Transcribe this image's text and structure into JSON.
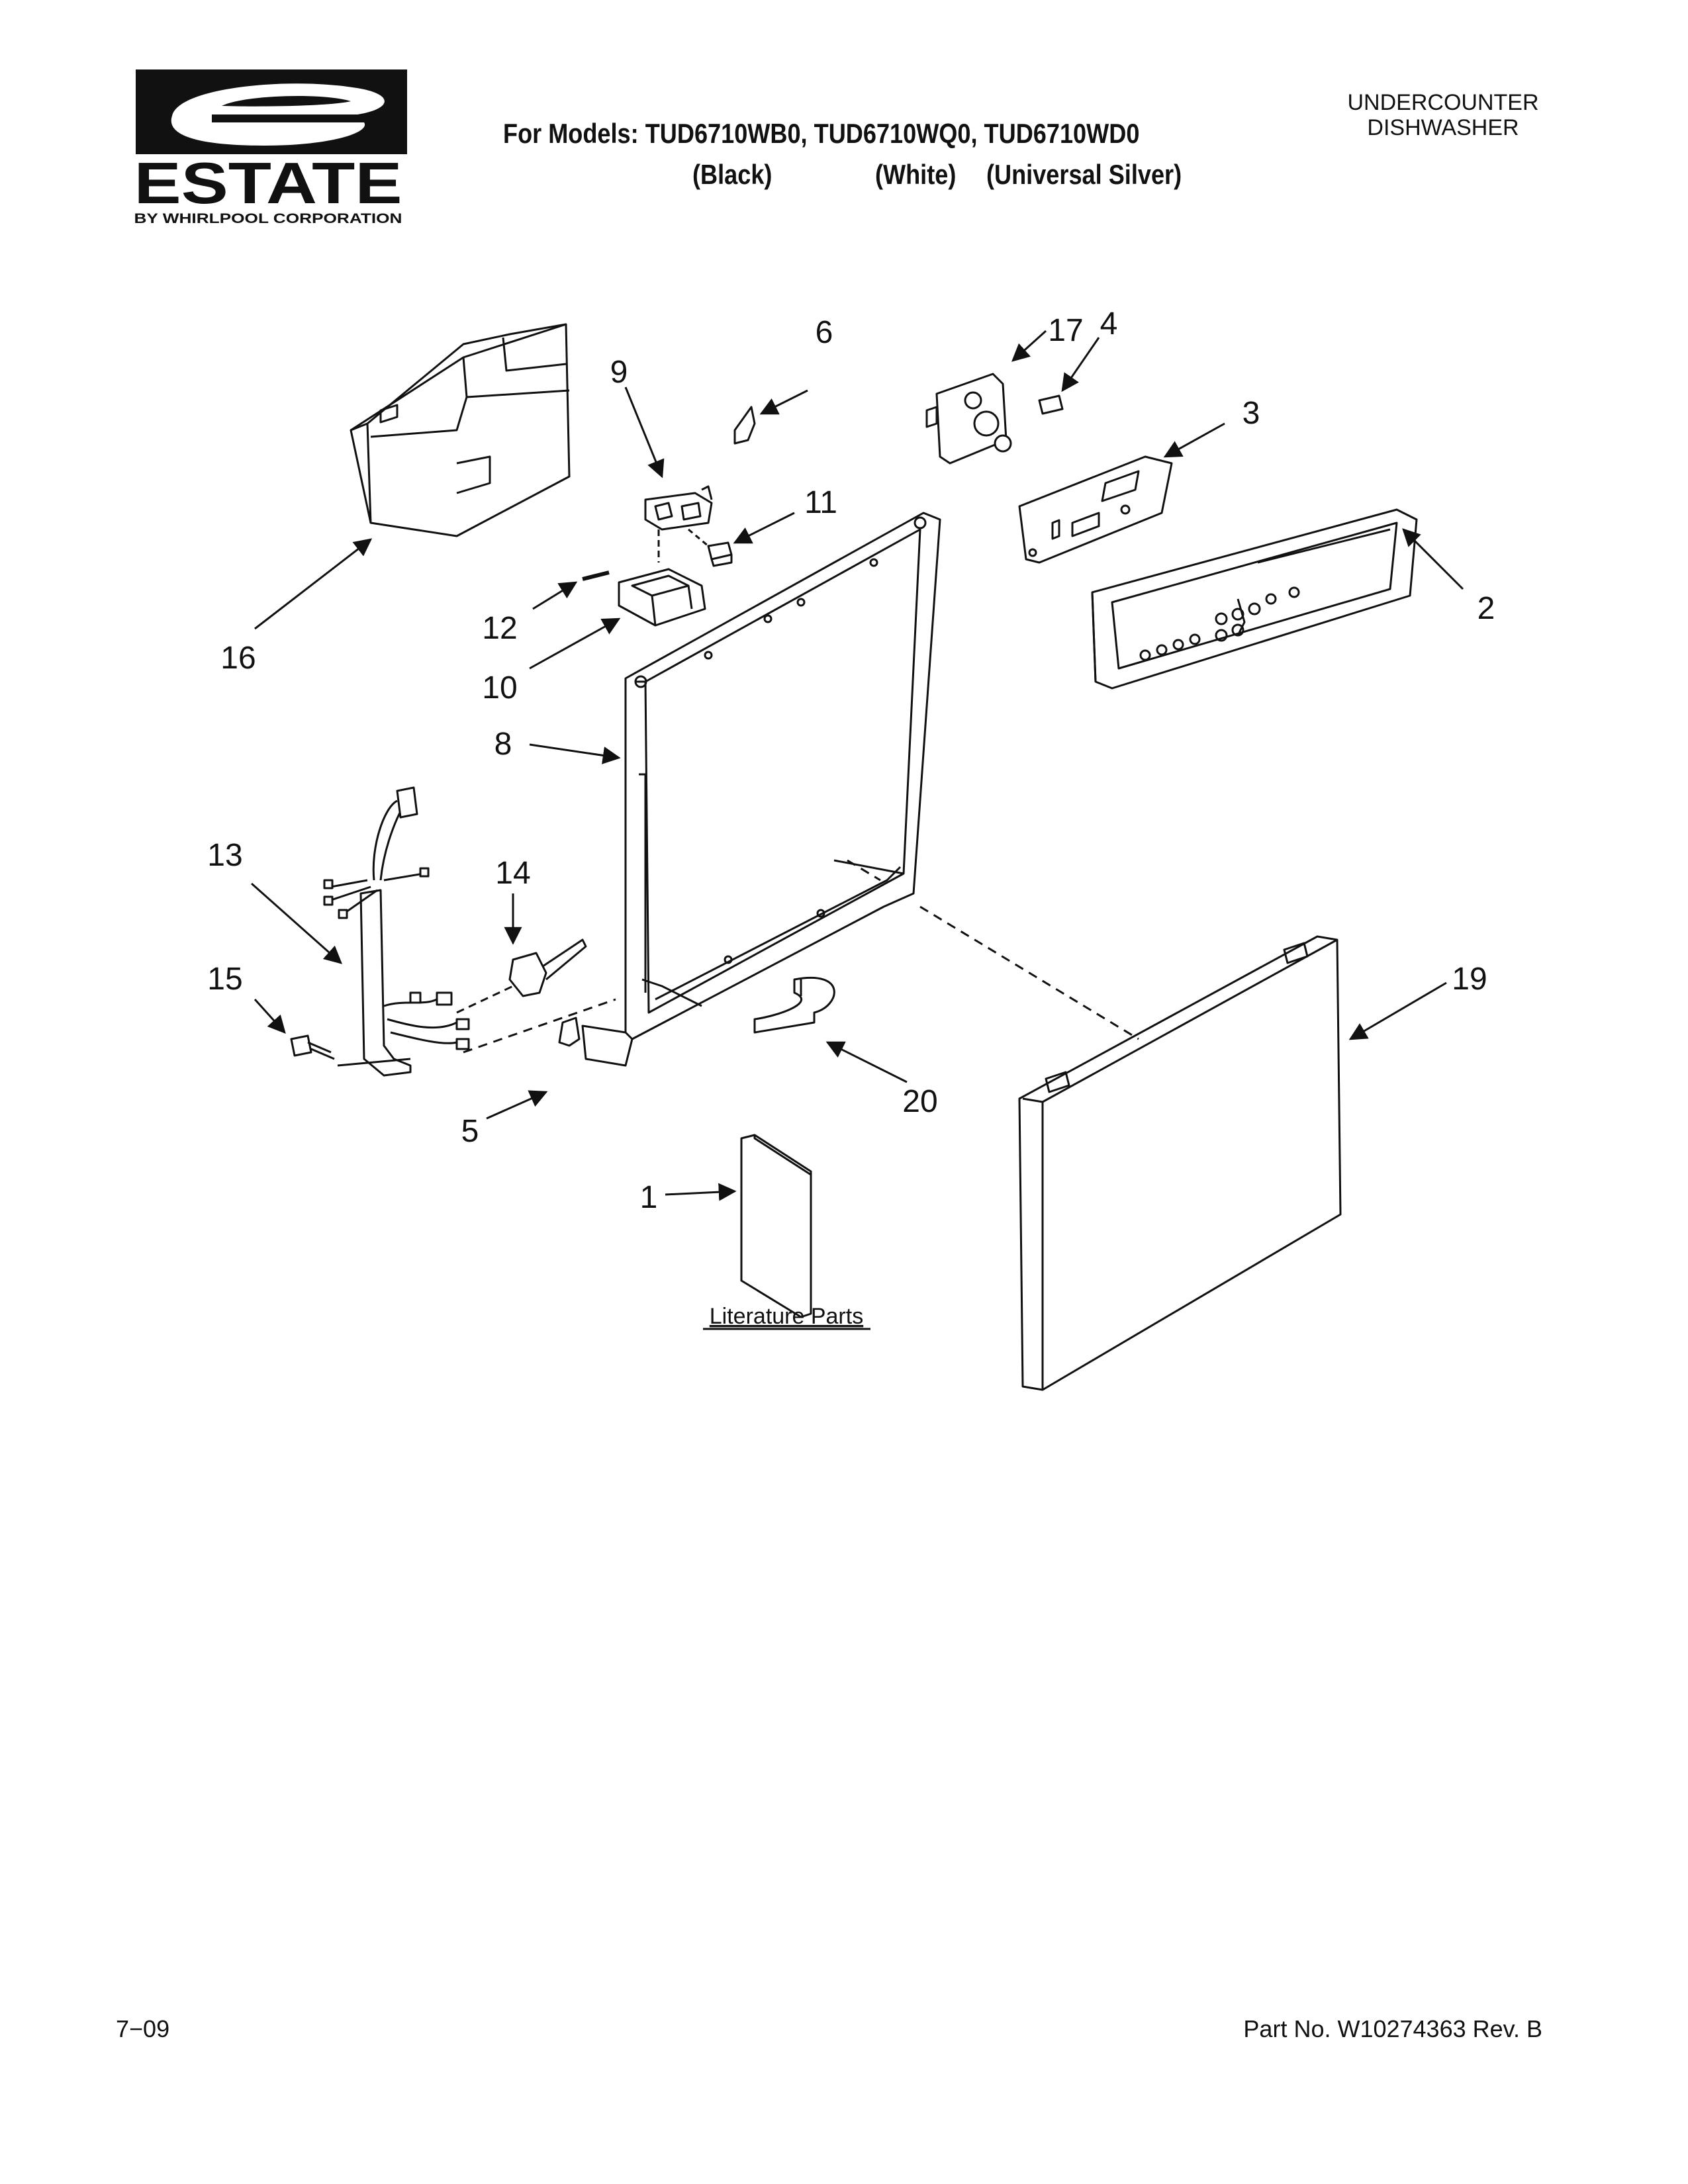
{
  "header": {
    "brand_name": "ESTATE",
    "brand_sub": "BY WHIRLPOOL CORPORATION",
    "models_line": "For Models: TUD6710WB0, TUD6710WQ0, TUD6710WD0",
    "colors": [
      "(Black)",
      "(White)",
      "(Universal Silver)"
    ],
    "product_line1": "UNDERCOUNTER",
    "product_line2": "DISHWASHER"
  },
  "callouts": [
    "17",
    "9",
    "6",
    "4",
    "3",
    "11",
    "2",
    "12",
    "16",
    "10",
    "8",
    "13",
    "14",
    "15",
    "19",
    "5",
    "20",
    "1"
  ],
  "literature_label": "Literature Parts",
  "footer": {
    "date": "7−09",
    "part_no": "Part No. W10274363 Rev. B"
  }
}
